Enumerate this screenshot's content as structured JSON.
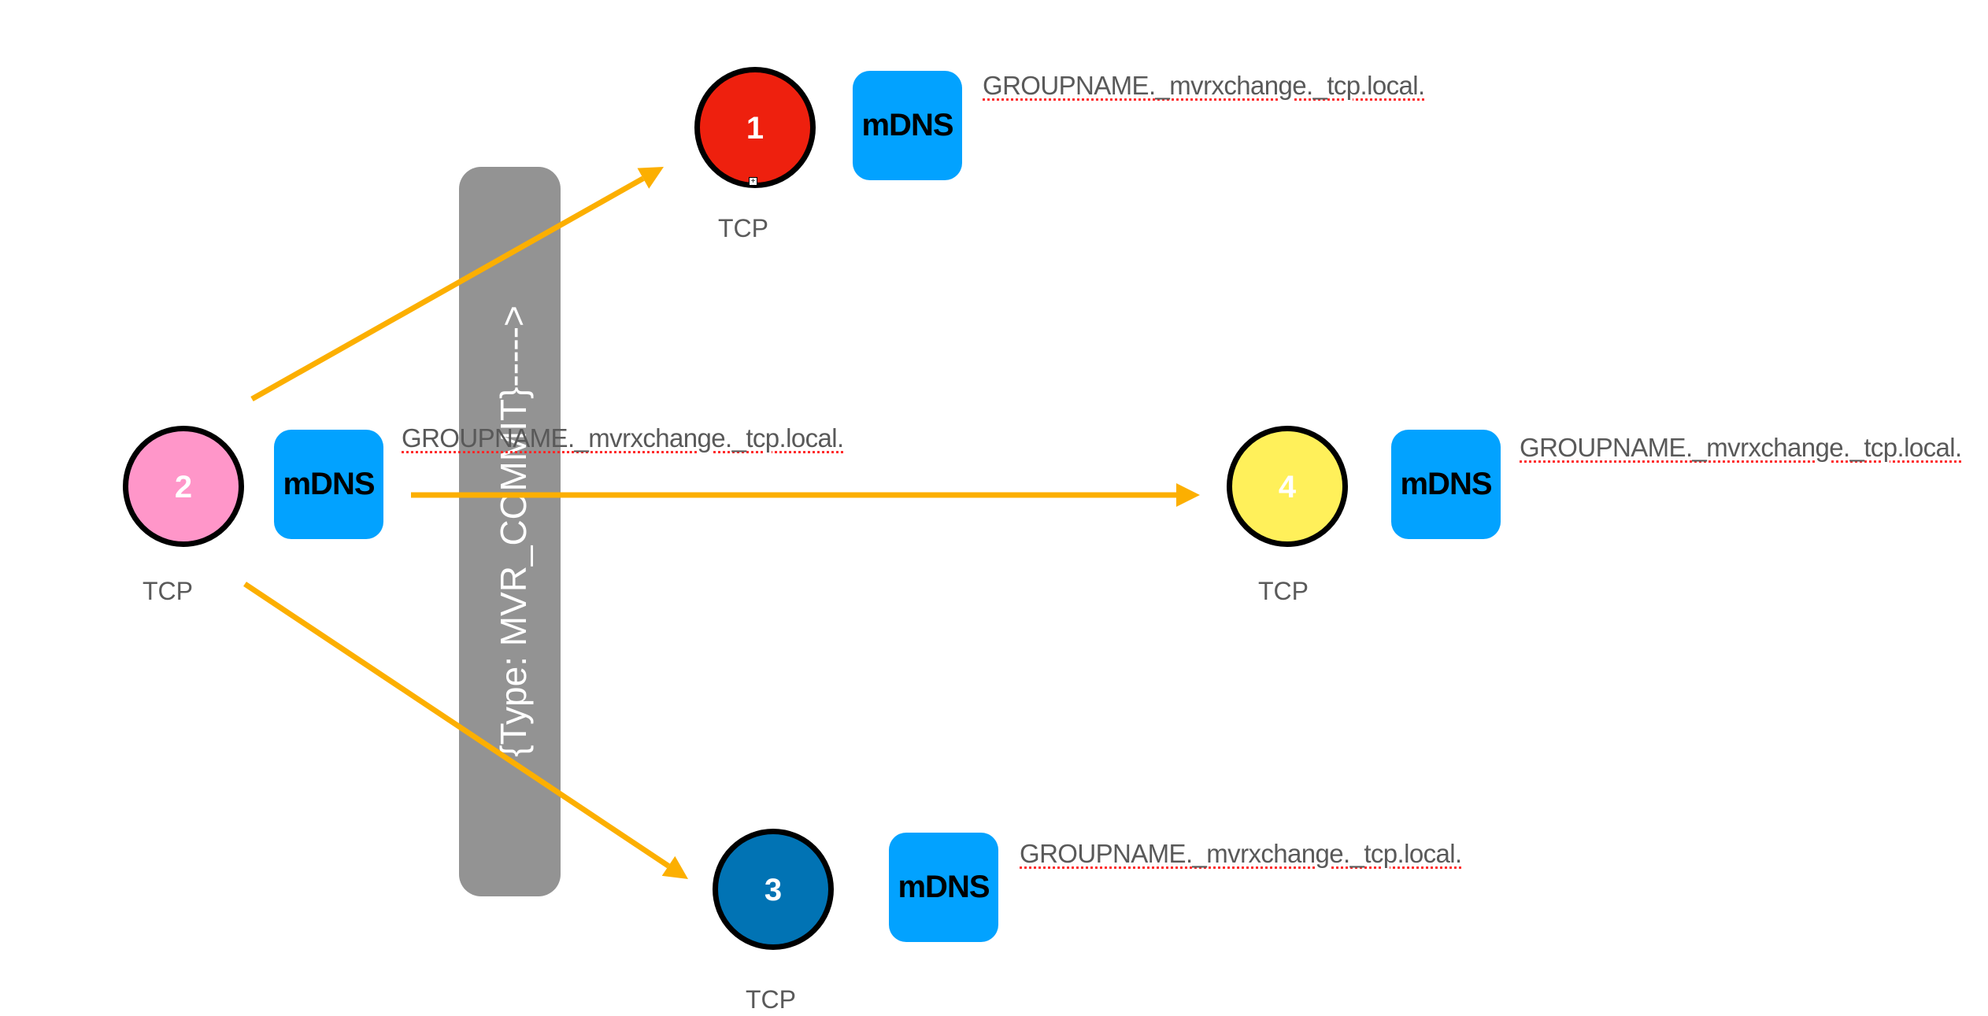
{
  "diagram": {
    "bar_label": "{Type: MVR_COMMIT}----->",
    "arrow_color": "#fcaf00",
    "bar_color": "#939393",
    "mdns_color": "#02a2ff",
    "nodes": [
      {
        "id": "1",
        "label": "1",
        "fill": "#ee200e",
        "mdns_label": "mDNS",
        "protocol_label": "TCP",
        "service_name": "GROUPNAME._mvrxchange._tcp.local."
      },
      {
        "id": "2",
        "label": "2",
        "fill": "#ff96c9",
        "mdns_label": "mDNS",
        "protocol_label": "TCP",
        "service_name": "GROUPNAME._mvrxchange._tcp.local."
      },
      {
        "id": "3",
        "label": "3",
        "fill": "#0173b4",
        "mdns_label": "mDNS",
        "protocol_label": "TCP",
        "service_name": "GROUPNAME._mvrxchange._tcp.local."
      },
      {
        "id": "4",
        "label": "4",
        "fill": "#fff05a",
        "mdns_label": "mDNS",
        "protocol_label": "TCP",
        "service_name": "GROUPNAME._mvrxchange._tcp.local."
      }
    ],
    "edges": [
      {
        "from": "2",
        "to": "1"
      },
      {
        "from": "2",
        "to": "4"
      },
      {
        "from": "2",
        "to": "3"
      }
    ]
  }
}
